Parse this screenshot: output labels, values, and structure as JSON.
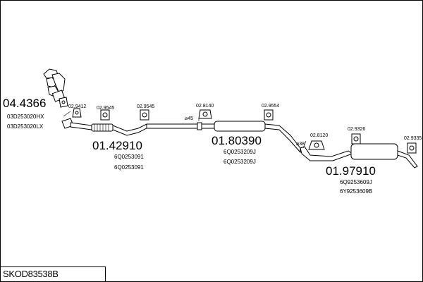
{
  "parts": [
    {
      "id": "manifold",
      "number": "04.4366",
      "refs": [
        "03D253020HX",
        "03D253020LX"
      ]
    },
    {
      "id": "front_pipe",
      "number": "01.42910",
      "refs": [
        "6Q0253091",
        "6Q0253091"
      ]
    },
    {
      "id": "middle_silencer",
      "number": "01.80390",
      "refs": [
        "6Q0253209J",
        "6Q0253209J"
      ]
    },
    {
      "id": "rear_silencer",
      "number": "01.97910",
      "refs": [
        "6Q9253609J",
        "6Y9253609B"
      ]
    }
  ],
  "fittings": [
    "02.9412",
    "02.9545",
    "02.9545",
    "02.8140",
    "02.9554",
    "02.8120",
    "02.9326",
    "02.9335"
  ],
  "diameters": [
    "⌀45",
    "⌀38"
  ],
  "footer": {
    "code": "SKOD83538B"
  }
}
